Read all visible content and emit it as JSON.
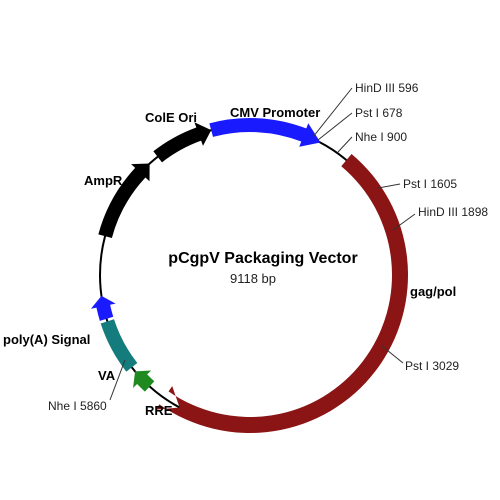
{
  "plasmid": {
    "name": "pCgpV Packaging Vector",
    "size": "9118 bp",
    "total_bp": 9118
  },
  "colors": {
    "backbone": "#000000",
    "cmv": "#1a1aff",
    "gagpol": "#8b1414",
    "rre": "#1f8a1f",
    "va": "#147c7c",
    "polya": "#1a1aff",
    "ampr": "#000000",
    "colei": "#000000"
  },
  "features": {
    "cmv": "CMV Promoter",
    "gagpol": "gag/pol",
    "rre": "RRE",
    "va": "VA",
    "polya": "poly(A) Signal",
    "ampr": "AmpR",
    "colei": "ColE Ori"
  },
  "sites": {
    "hind596": "HinD III 596",
    "pst678": "Pst I 678",
    "nhe900": "Nhe I 900",
    "pst1605": "Pst I 1605",
    "hind1898": "HinD III 1898",
    "pst3029": "Pst I 3029",
    "nhe5860": "Nhe I 5860"
  }
}
